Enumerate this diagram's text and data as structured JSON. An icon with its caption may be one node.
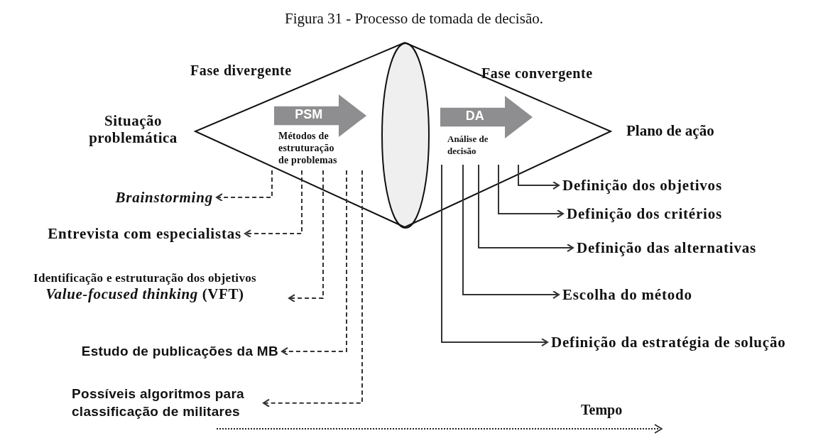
{
  "diagram": {
    "title": "Figura 31 - Processo de tomada de decisão.",
    "nodes": [
      {
        "text": [
          "Fase divergente"
        ],
        "beside": [
          "Situação problemática"
        ]
      },
      {
        "text": [
          "PSM"
        ],
        "in": 0
      },
      {
        "text": [
          "Métodos de estruturação de problemas"
        ],
        "in": 0
      },
      {
        "text": [],
        "shape": "ellipse"
      },
      {
        "text": [
          "Fase convergente"
        ],
        "beside": [
          "Plano de ação"
        ]
      },
      {
        "text": [
          "DA"
        ],
        "in": 4
      },
      {
        "text": [
          "Análise de decisão"
        ],
        "in": 4
      },
      {
        "text": [
          "Brainstorming"
        ]
      },
      {
        "text": [
          "Entrevista com especialistas"
        ]
      },
      {
        "text": [
          "Identificação e estruturação dos objetivos",
          "*Value-focused thinking* (VFT)"
        ]
      },
      {
        "text": [
          "Estudo de publicações da MB"
        ]
      },
      {
        "text": [
          "Possíveis algoritmos para classificação de militares"
        ]
      },
      {
        "text": [
          "Definição dos objetivos"
        ]
      },
      {
        "text": [
          "Definição dos critérios"
        ]
      },
      {
        "text": [
          "Definição das alternativas"
        ]
      },
      {
        "text": [
          "Escolha do método"
        ]
      },
      {
        "text": [
          "Definição da estratégia de solução"
        ]
      }
    ],
    "edges": [
      {
        "from": 2,
        "to": 7,
        "arrow": "to",
        "style": "dashed"
      },
      {
        "from": 2,
        "to": 8,
        "arrow": "to",
        "style": "dashed"
      },
      {
        "from": 2,
        "to": 9,
        "arrow": "to",
        "style": "dashed"
      },
      {
        "from": 2,
        "to": 10,
        "arrow": "to",
        "style": "dashed"
      },
      {
        "from": 2,
        "to": 11,
        "arrow": "to",
        "style": "dashed"
      },
      {
        "from": 6,
        "to": 12,
        "arrow": "to"
      },
      {
        "from": 6,
        "to": 13,
        "arrow": "to"
      },
      {
        "from": 6,
        "to": 14,
        "arrow": "to"
      },
      {
        "from": 6,
        "to": 15,
        "arrow": "to"
      },
      {
        "from": 6,
        "to": 16,
        "arrow": "to"
      }
    ],
    "labels": [
      "Tempo"
    ]
  }
}
